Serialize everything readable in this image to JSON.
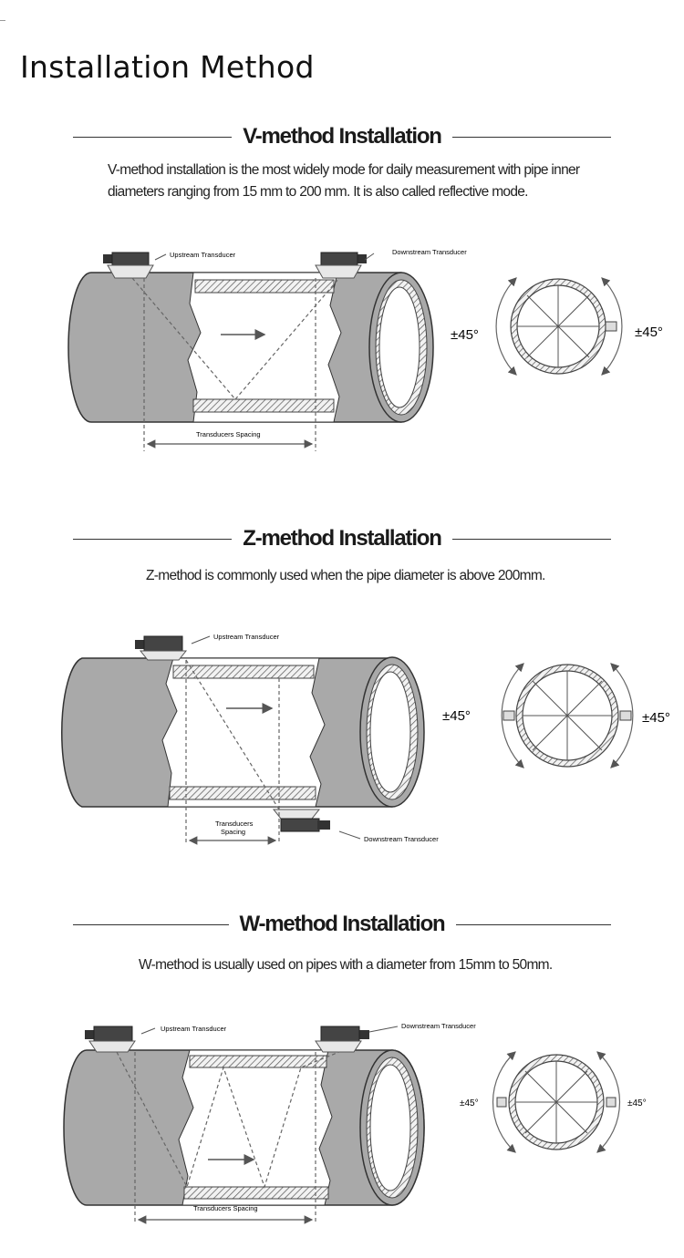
{
  "page": {
    "title": "Installation Method"
  },
  "sections": [
    {
      "title": "V-method Installation",
      "description": "V-method installation is the most widely mode for daily measurement with pipe inner diameters ranging from 15 mm to 200 mm. It is also called reflective mode.",
      "labels": {
        "upstream": "Upstream Transducer",
        "downstream": "Downstream Transducer",
        "spacing": "Transducers Spacing",
        "angle_left": "±45°",
        "angle_right": "±45°"
      }
    },
    {
      "title": "Z-method Installation",
      "description": "Z-method is commonly used when the pipe diameter is above 200mm.",
      "labels": {
        "upstream": "Upstream Transducer",
        "downstream": "Downstream Transducer",
        "spacing_line1": "Transducers",
        "spacing_line2": "Spacing",
        "angle_left": "±45°",
        "angle_right": "±45°"
      }
    },
    {
      "title": "W-method Installation",
      "description": "W-method is usually used on pipes with a diameter from 15mm to 50mm.",
      "labels": {
        "upstream": "Upstream Transducer",
        "downstream": "Downstream Transducer",
        "spacing": "Transducers Spacing",
        "angle_left": "±45°",
        "angle_right": "±45°"
      }
    }
  ]
}
